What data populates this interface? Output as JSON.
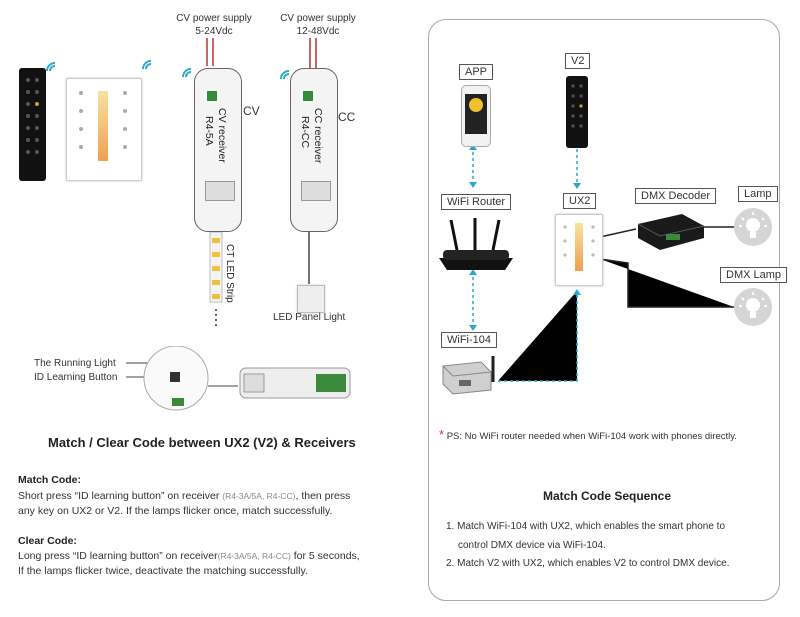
{
  "left": {
    "cv_supply": "CV power supply\n5-24Vdc",
    "cc_supply": "CV power supply\n12-48Vdc",
    "cv_tag": "CV",
    "cc_tag": "CC",
    "cv_receiver_name": "CV receiver",
    "cv_receiver_model": "R4-5A",
    "cc_receiver_name": "CC receiver",
    "cc_receiver_model": "R4-CC",
    "strip_label": "CT LED Strip",
    "panel_label": "LED Panel Light",
    "running_light": "The Running Light",
    "id_button": "ID Learning Button",
    "section_title": "Match / Clear Code between UX2 (V2) & Receivers",
    "match_head": "Match Code:",
    "match_text_1": "Short press “ID learning button” on receiver ",
    "match_models": "(R4-3A/5A, R4-CC)",
    "match_text_2": ", then press",
    "match_text_3": "any key on UX2 or V2. If the lamps flicker once, match successfully.",
    "clear_head": "Clear Code:",
    "clear_text_1": "Long press “ID learning button” on receiver",
    "clear_models": "(R4-3A/5A, R4-CC)",
    "clear_text_2": " for 5 seconds,",
    "clear_text_3": "If the lamps flicker twice, deactivate the matching successfully."
  },
  "right": {
    "app": "APP",
    "v2": "V2",
    "wifi_router": "WiFi Router",
    "ux2": "UX2",
    "dmx_decoder": "DMX Decoder",
    "lamp": "Lamp",
    "dmx_lamp": "DMX Lamp",
    "wifi104": "WiFi-104",
    "ps_mark": "*",
    "ps_text": "PS: No WiFi router needed when WiFi-104 work with phones directly.",
    "seq_title": "Match Code Sequence",
    "seq_1a": "1. Match WiFi-104 with UX2, which enables the smart phone to",
    "seq_1b": "control DMX device via WiFi-104.",
    "seq_2": "2. Match V2 with UX2, which enables V2 to control DMX device."
  },
  "colors": {
    "accent": "#2fa8c8",
    "red": "#e03030",
    "wire": "#222222"
  }
}
